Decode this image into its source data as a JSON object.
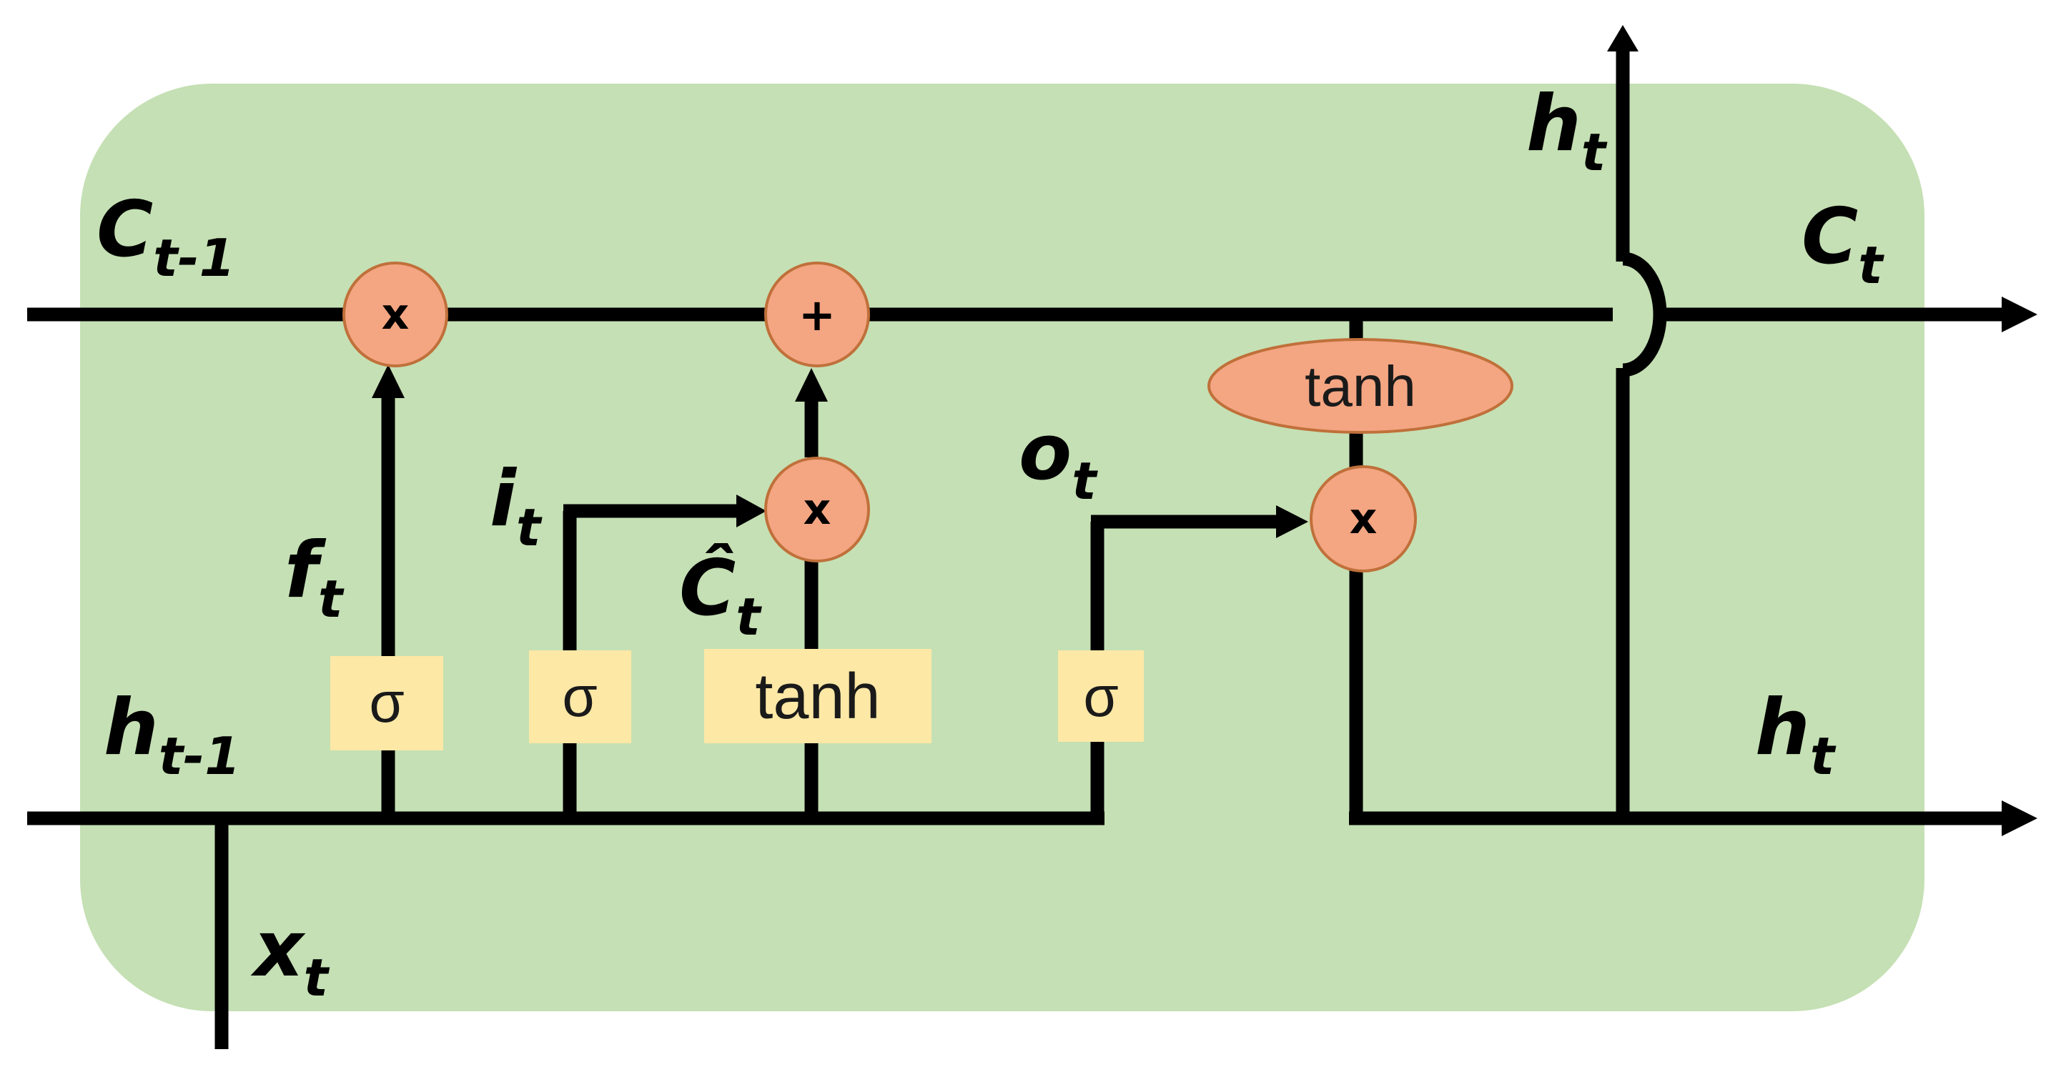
{
  "labels": {
    "c_prev_main": "C",
    "c_prev_sub": "t-1",
    "h_prev_main": "h",
    "h_prev_sub": "t-1",
    "x_main": "x",
    "x_sub": "t",
    "f_main": "f",
    "f_sub": "t",
    "i_main": "i",
    "i_sub": "t",
    "chat_main": "Ĉ",
    "chat_sub": "t",
    "o_main": "o",
    "o_sub": "t",
    "c_out_main": "C",
    "c_out_sub": "t",
    "h_top_main": "h",
    "h_top_sub": "t",
    "h_out_main": "h",
    "h_out_sub": "t"
  },
  "operators": {
    "forget_mult": "x",
    "cell_add": "+",
    "input_mult": "x",
    "output_mult": "x"
  },
  "functions": {
    "forget_sigma": "σ",
    "input_sigma": "σ",
    "candidate_tanh": "tanh",
    "output_sigma": "σ",
    "cell_tanh": "tanh"
  },
  "colors": {
    "cell_background": "#c5e0b4",
    "operator_fill": "#f4a582",
    "operator_stroke": "#c0703a",
    "gate_fill": "#fde8a6"
  }
}
